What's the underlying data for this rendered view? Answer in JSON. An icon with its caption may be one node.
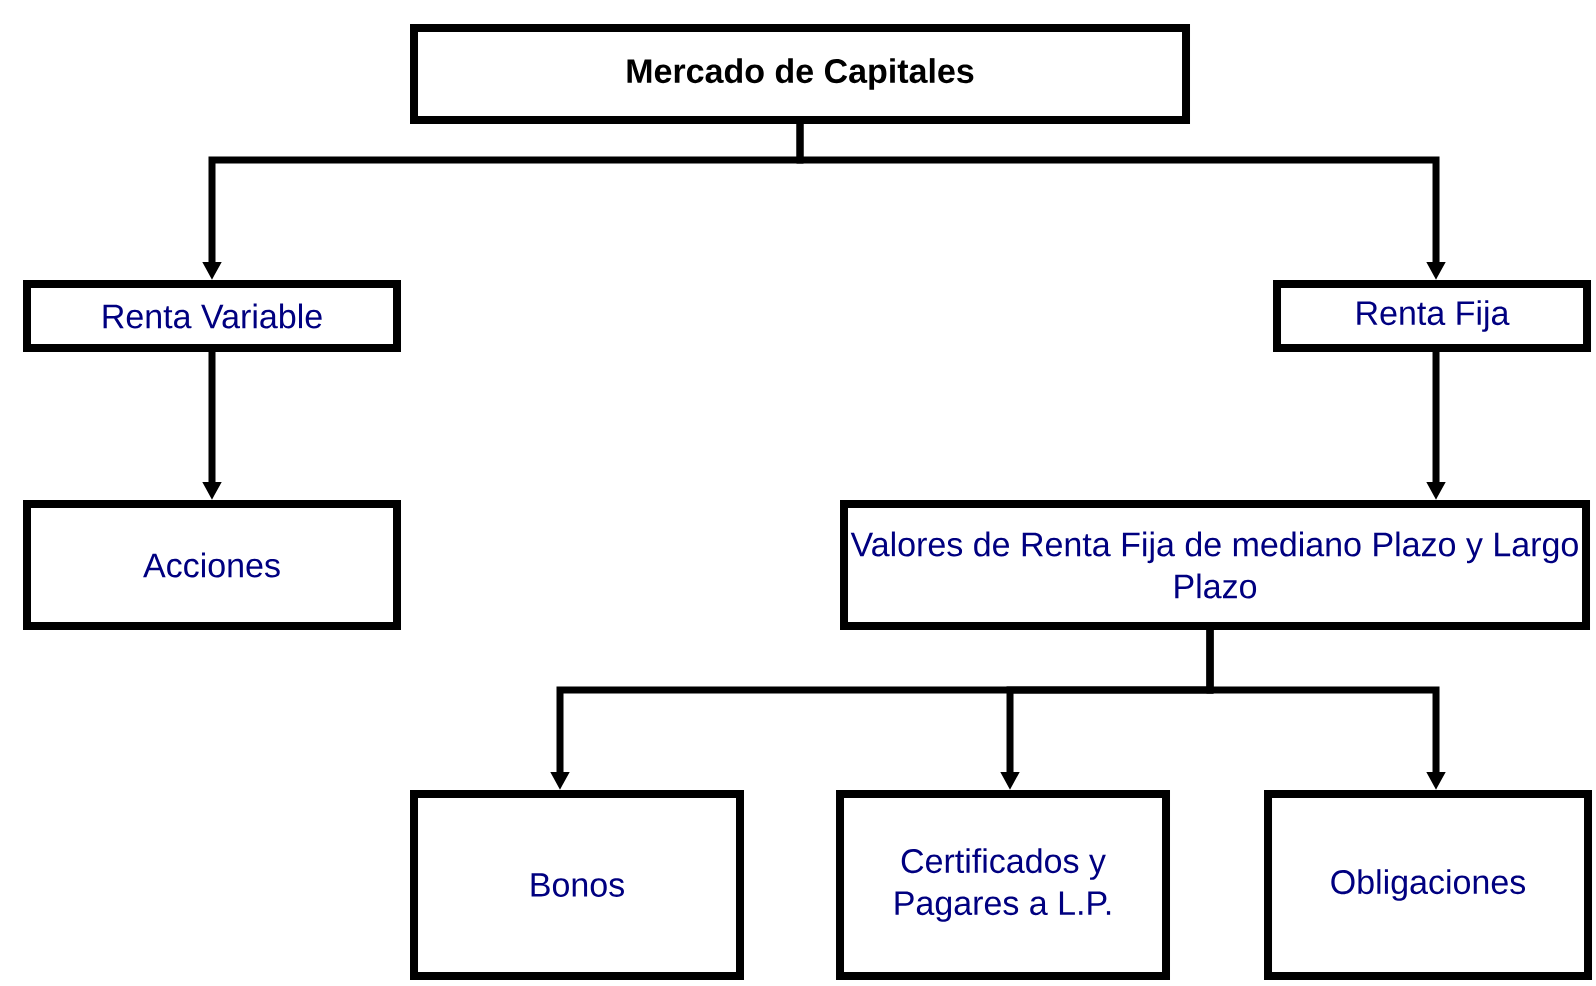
{
  "diagram": {
    "nodes": [
      {
        "text": [
          "Mercado de Capitales"
        ]
      },
      {
        "text": [
          "Renta Variable"
        ]
      },
      {
        "text": [
          "Renta Fija"
        ]
      },
      {
        "text": [
          "Acciones"
        ]
      },
      {
        "text": [
          "Valores de Renta Fija de mediano Plazo y Largo Plazo"
        ]
      },
      {
        "text": [
          "Bonos"
        ]
      },
      {
        "text": [
          "Certificados y Pagares a L.P."
        ]
      },
      {
        "text": [
          "Obligaciones"
        ]
      }
    ],
    "edges": [
      {
        "from": 0,
        "to": 1,
        "arrow": "to"
      },
      {
        "from": 0,
        "to": 2,
        "arrow": "to"
      },
      {
        "from": 1,
        "to": 3,
        "arrow": "to"
      },
      {
        "from": 2,
        "to": 4,
        "arrow": "to"
      },
      {
        "from": 4,
        "to": 5,
        "arrow": "to"
      },
      {
        "from": 4,
        "to": 6,
        "arrow": "to"
      },
      {
        "from": 4,
        "to": 7,
        "arrow": "to"
      }
    ]
  }
}
